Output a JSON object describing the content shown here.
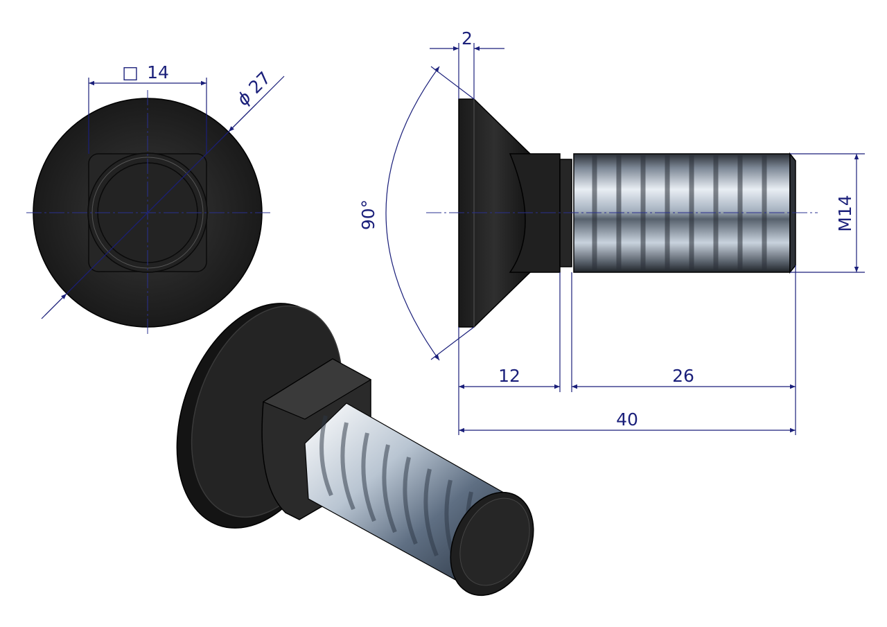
{
  "drawing": {
    "line_color": "#1a1f7a",
    "body_color": "#1c1c1c",
    "thread_color": "#c7d0da"
  },
  "dimensions": {
    "square_symbol": "□",
    "square_size": "14",
    "head_diameter_symbol": "ϕ",
    "head_diameter": "27",
    "head_chamfer_height": "2",
    "countersink_angle": "90°",
    "neck_length": "12",
    "thread_length": "26",
    "total_length": "40",
    "thread_size": "M14"
  }
}
